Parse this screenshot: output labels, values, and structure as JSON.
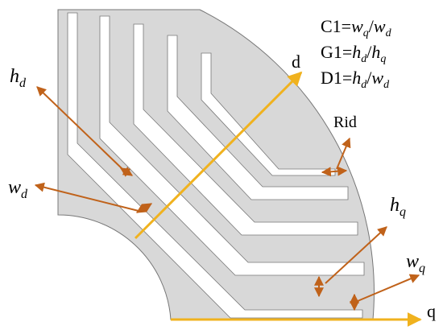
{
  "formulas": {
    "c1": {
      "prefix": "C1=",
      "a": "w",
      "a_sub": "q",
      "slash": "/",
      "b": "w",
      "b_sub": "d"
    },
    "g1": {
      "prefix": "G1=",
      "a": "h",
      "a_sub": "d",
      "slash": "/",
      "b": "h",
      "b_sub": "q"
    },
    "d1": {
      "prefix": "D1=",
      "a": "h",
      "a_sub": "d",
      "slash": "/",
      "b": "w",
      "b_sub": "d"
    }
  },
  "labels": {
    "hd": {
      "main": "h",
      "sub": "d"
    },
    "wd": {
      "main": "w",
      "sub": "d"
    },
    "hq": {
      "main": "h",
      "sub": "q"
    },
    "wq": {
      "main": "w",
      "sub": "q"
    },
    "rid": "Rid",
    "d_axis": "d",
    "q_axis": "q"
  },
  "colors": {
    "body_fill": "#d8d8d8",
    "outline": "#777777",
    "barrier_fill": "#ffffff",
    "axis": "#f0b21e",
    "arrow": "#c0621a"
  }
}
